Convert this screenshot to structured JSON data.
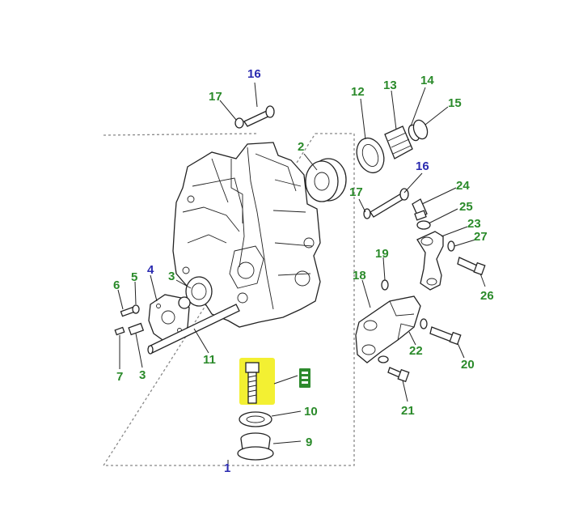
{
  "diagram": {
    "colors": {
      "green_label": "#2a8a2a",
      "blue_label": "#2b2bb0",
      "highlight": "#f2ee1c",
      "badge": "#2d8a2d"
    },
    "callouts": {
      "c1": "1",
      "c2": "2",
      "c3a": "3",
      "c3b": "3",
      "c4": "4",
      "c5": "5",
      "c6": "6",
      "c7": "7",
      "c9": "9",
      "c10": "10",
      "c11": "11",
      "c12": "12",
      "c13": "13",
      "c14": "14",
      "c15": "15",
      "c16a": "16",
      "c16b": "16",
      "c17a": "17",
      "c17b": "17",
      "c18": "18",
      "c19": "19",
      "c20": "20",
      "c21": "21",
      "c22": "22",
      "c23": "23",
      "c24": "24",
      "c25": "25",
      "c26": "26",
      "c27": "27"
    },
    "highlighted_part": "bolt above 10 (highlighted)",
    "badge_icon": "parts-list-icon"
  }
}
